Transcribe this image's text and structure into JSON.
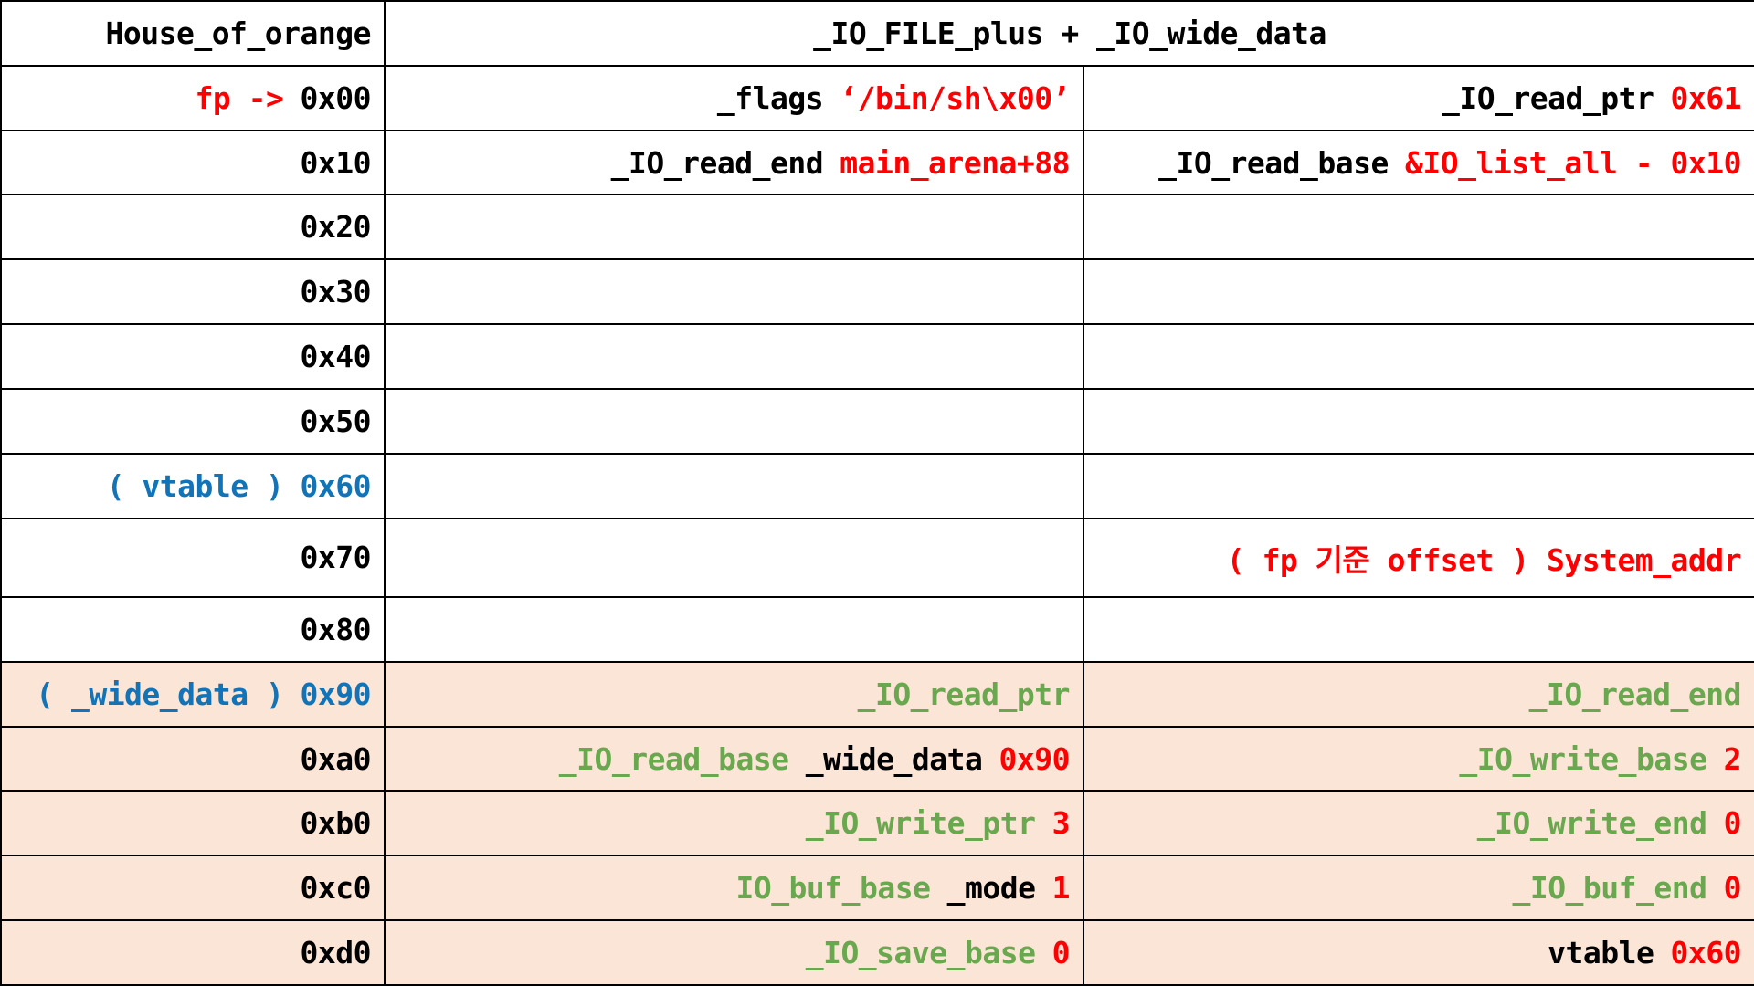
{
  "title": "House_of_orange",
  "colors": {
    "accent_red": "#ff0000",
    "accent_blue": "#1173b8",
    "accent_green": "#6aa84f",
    "tinted_row_bg": "#fbe5d6",
    "plain_row_bg": "#ffffff",
    "border": "#000000",
    "text": "#000000"
  },
  "header": {
    "left_label": "House_of_orange",
    "spanned_title": "_IO_FILE_plus + _IO_wide_data"
  },
  "rows": [
    {
      "id": "row-0x00",
      "tinted": false,
      "offset": {
        "prefix": "fp ->",
        "prefix_color": "red",
        "value": "0x00",
        "value_color": "black"
      },
      "mid": {
        "parts": [
          {
            "text": "_flags",
            "color": "black"
          },
          {
            "text": "‘/bin/sh\\x00’",
            "color": "red"
          }
        ]
      },
      "right": {
        "parts": [
          {
            "text": "_IO_read_ptr",
            "color": "black"
          },
          {
            "text": "0x61",
            "color": "red"
          }
        ]
      }
    },
    {
      "id": "row-0x10",
      "tinted": false,
      "offset": {
        "prefix": "",
        "prefix_color": "black",
        "value": "0x10",
        "value_color": "black"
      },
      "mid": {
        "parts": [
          {
            "text": "_IO_read_end",
            "color": "black"
          },
          {
            "text": "main_arena+88",
            "color": "red"
          }
        ]
      },
      "right": {
        "parts": [
          {
            "text": "_IO_read_base",
            "color": "black"
          },
          {
            "text": "&IO_list_all - 0x10",
            "color": "red"
          }
        ]
      }
    },
    {
      "id": "row-0x20",
      "tinted": false,
      "offset": {
        "prefix": "",
        "prefix_color": "black",
        "value": "0x20",
        "value_color": "black"
      },
      "mid": {
        "parts": []
      },
      "right": {
        "parts": []
      }
    },
    {
      "id": "row-0x30",
      "tinted": false,
      "offset": {
        "prefix": "",
        "prefix_color": "black",
        "value": "0x30",
        "value_color": "black"
      },
      "mid": {
        "parts": []
      },
      "right": {
        "parts": []
      }
    },
    {
      "id": "row-0x40",
      "tinted": false,
      "offset": {
        "prefix": "",
        "prefix_color": "black",
        "value": "0x40",
        "value_color": "black"
      },
      "mid": {
        "parts": []
      },
      "right": {
        "parts": []
      }
    },
    {
      "id": "row-0x50",
      "tinted": false,
      "offset": {
        "prefix": "",
        "prefix_color": "black",
        "value": "0x50",
        "value_color": "black"
      },
      "mid": {
        "parts": []
      },
      "right": {
        "parts": []
      }
    },
    {
      "id": "row-0x60",
      "tinted": false,
      "offset": {
        "prefix": "( vtable )",
        "prefix_color": "blue",
        "value": "0x60",
        "value_color": "blue"
      },
      "mid": {
        "parts": []
      },
      "right": {
        "parts": []
      }
    },
    {
      "id": "row-0x70",
      "tinted": false,
      "offset": {
        "prefix": "",
        "prefix_color": "black",
        "value": "0x70",
        "value_color": "black"
      },
      "mid": {
        "parts": []
      },
      "right": {
        "parts": [
          {
            "text": "( fp 기준 offset ) System_addr",
            "color": "red"
          }
        ]
      }
    },
    {
      "id": "row-0x80",
      "tinted": false,
      "offset": {
        "prefix": "",
        "prefix_color": "black",
        "value": "0x80",
        "value_color": "black"
      },
      "mid": {
        "parts": []
      },
      "right": {
        "parts": []
      }
    },
    {
      "id": "row-0x90",
      "tinted": true,
      "offset": {
        "prefix": "( _wide_data )",
        "prefix_color": "blue",
        "value": "0x90",
        "value_color": "blue"
      },
      "mid": {
        "parts": [
          {
            "text": "_IO_read_ptr",
            "color": "green"
          }
        ]
      },
      "right": {
        "parts": [
          {
            "text": "_IO_read_end",
            "color": "green"
          }
        ]
      }
    },
    {
      "id": "row-0xa0",
      "tinted": true,
      "offset": {
        "prefix": "",
        "prefix_color": "black",
        "value": "0xa0",
        "value_color": "black"
      },
      "mid": {
        "parts": [
          {
            "text": "_IO_read_base",
            "color": "green"
          },
          {
            "text": "_wide_data",
            "color": "black"
          },
          {
            "text": "0x90",
            "color": "red"
          }
        ]
      },
      "right": {
        "parts": [
          {
            "text": "_IO_write_base",
            "color": "green"
          },
          {
            "text": "2",
            "color": "red"
          }
        ]
      }
    },
    {
      "id": "row-0xb0",
      "tinted": true,
      "offset": {
        "prefix": "",
        "prefix_color": "black",
        "value": "0xb0",
        "value_color": "black"
      },
      "mid": {
        "parts": [
          {
            "text": "_IO_write_ptr",
            "color": "green"
          },
          {
            "text": "3",
            "color": "red"
          }
        ]
      },
      "right": {
        "parts": [
          {
            "text": "_IO_write_end",
            "color": "green"
          },
          {
            "text": "0",
            "color": "red"
          }
        ]
      }
    },
    {
      "id": "row-0xc0",
      "tinted": true,
      "offset": {
        "prefix": "",
        "prefix_color": "black",
        "value": "0xc0",
        "value_color": "black"
      },
      "mid": {
        "parts": [
          {
            "text": "IO_buf_base",
            "color": "green"
          },
          {
            "text": "_mode",
            "color": "black"
          },
          {
            "text": "1",
            "color": "red"
          }
        ]
      },
      "right": {
        "parts": [
          {
            "text": "_IO_buf_end",
            "color": "green"
          },
          {
            "text": "0",
            "color": "red"
          }
        ]
      }
    },
    {
      "id": "row-0xd0",
      "tinted": true,
      "offset": {
        "prefix": "",
        "prefix_color": "black",
        "value": "0xd0",
        "value_color": "black"
      },
      "mid": {
        "parts": [
          {
            "text": "_IO_save_base",
            "color": "green"
          },
          {
            "text": "0",
            "color": "red"
          }
        ]
      },
      "right": {
        "parts": [
          {
            "text": "vtable",
            "color": "black"
          },
          {
            "text": "0x60",
            "color": "red"
          }
        ]
      }
    }
  ]
}
